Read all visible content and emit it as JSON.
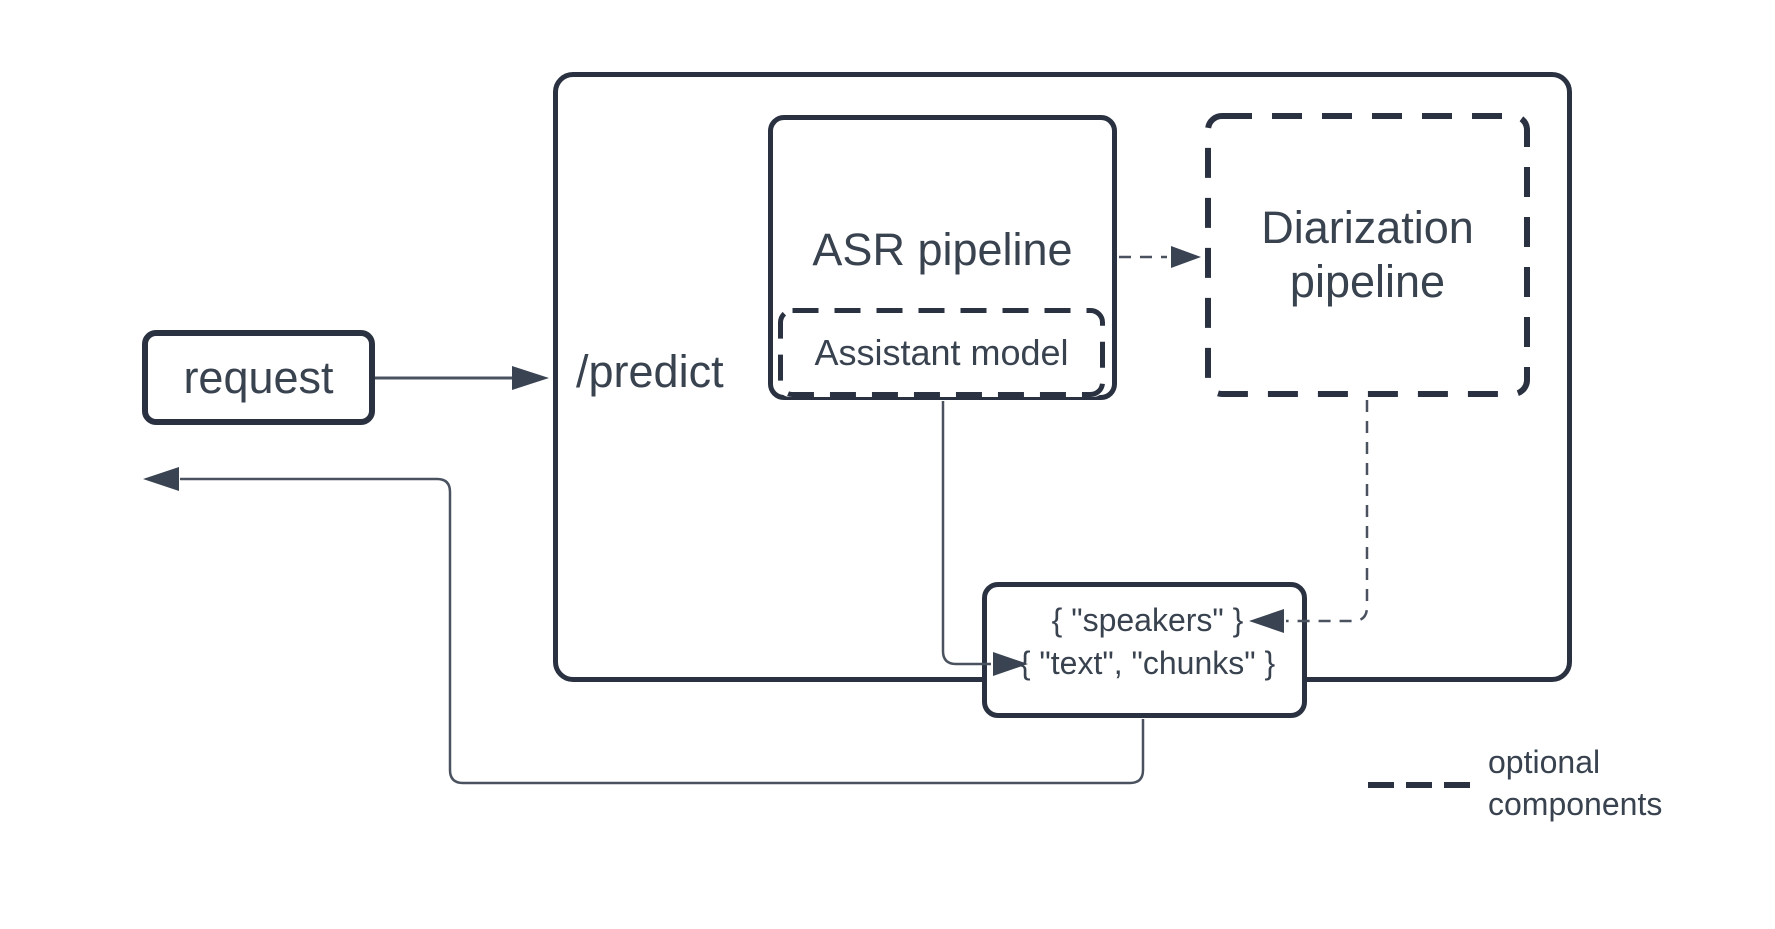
{
  "colors": {
    "background": "#ffffff",
    "box_border": "#2a3140",
    "box_fill": "#ffffff",
    "text": "#39424f",
    "connector": "#4a5260",
    "arrowhead": "#3a4352"
  },
  "diagram": {
    "request_label": "request",
    "predict_label": "/predict",
    "asr_pipeline_label": "ASR pipeline",
    "assistant_model_label": "Assistant model",
    "diarization_label": {
      "line1": "Diarization",
      "line2": "pipeline"
    },
    "result_box": {
      "line1": "{ \"speakers\" }",
      "line2": "{ \"text\", \"chunks\" }"
    },
    "legend": {
      "line1": "optional",
      "line2": "components"
    }
  }
}
